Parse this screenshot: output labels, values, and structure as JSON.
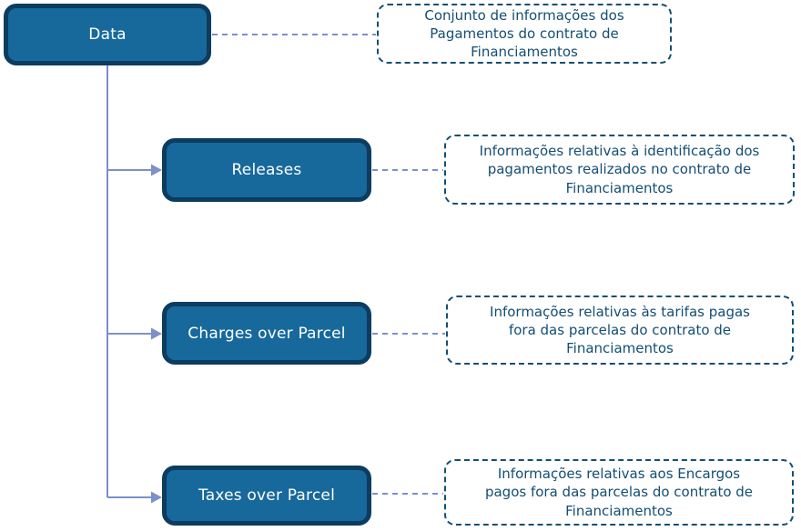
{
  "diagram": {
    "root": {
      "label": "Data",
      "description": "Conjunto de informações dos\nPagamentos do contrato de\nFinanciamentos"
    },
    "children": [
      {
        "label": "Releases",
        "description": "Informações relativas à identificação dos\npagamentos realizados no contrato de\nFinanciamentos"
      },
      {
        "label": "Charges over Parcel",
        "description": "Informações relativas às tarifas pagas\nfora das parcelas do contrato de\nFinanciamentos"
      },
      {
        "label": "Taxes over Parcel",
        "description": "Informações relativas aos Encargos\npagos fora das parcelas do contrato de\nFinanciamentos"
      }
    ],
    "colors": {
      "node_fill": "#17699c",
      "node_border": "#0c3c60",
      "node_text": "#ffffff",
      "note_border": "#134e74",
      "note_text": "#134e74",
      "connector": "#7d90c8"
    }
  }
}
